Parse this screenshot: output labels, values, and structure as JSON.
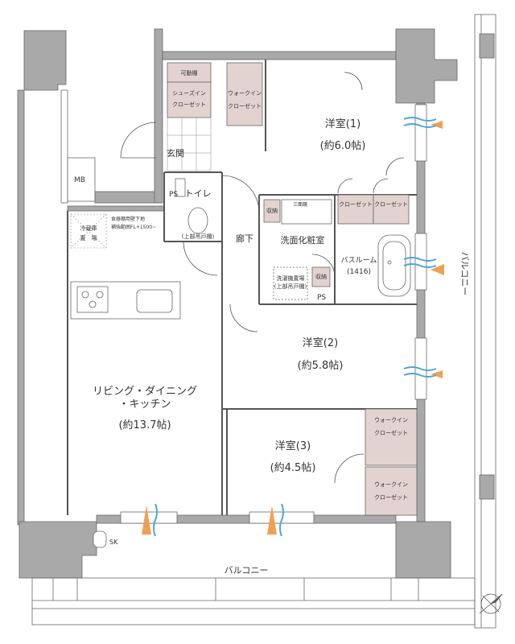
{
  "rooms": {
    "western1_name": "洋室(1)",
    "western1_size": "(約6.0帖)",
    "western2_name": "洋室(2)",
    "western2_size": "(約5.8帖)",
    "western3_name": "洋室(3)",
    "western3_size": "(約4.5帖)",
    "ldk_line1": "リビング・ダイニング",
    "ldk_line2": "・キッチン",
    "ldk_size": "(約13.7帖)",
    "entrance": "玄関",
    "toilet": "トイレ",
    "hallway": "廊下",
    "washroom": "洗面化粧室",
    "bathroom_name": "バスルーム",
    "bathroom_size": "(1416)"
  },
  "storage": {
    "movable_shelf": "可動棚",
    "shoes_in_1": "シューズイン",
    "shoes_in_2": "クローゼット",
    "walkin_1": "ウォークイン",
    "walkin_2": "クローゼット",
    "closet": "クローゼット",
    "shuno": "収納",
    "upper_shelf": "(上部吊戸棚)",
    "washer_1": "洗濯機置場",
    "washer_2": "(上部吊戸棚)",
    "fridge_1": "冷蔵庫",
    "fridge_2": "置　場",
    "dish_note_1": "食器棚用壁下地",
    "dish_note_2": "補強範囲FL+1500~",
    "mirror_cabinet": "三面鏡"
  },
  "markers": {
    "ps": "PS",
    "mb": "MB",
    "sk": "SK"
  },
  "balcony": {
    "bottom": "バルコニー",
    "right": "バルコニー"
  },
  "colors": {
    "wall": "#a9a9a9",
    "storage": "#e2d3d0",
    "warm_air": "#f0a050",
    "cool_air": "#4da6d9"
  }
}
